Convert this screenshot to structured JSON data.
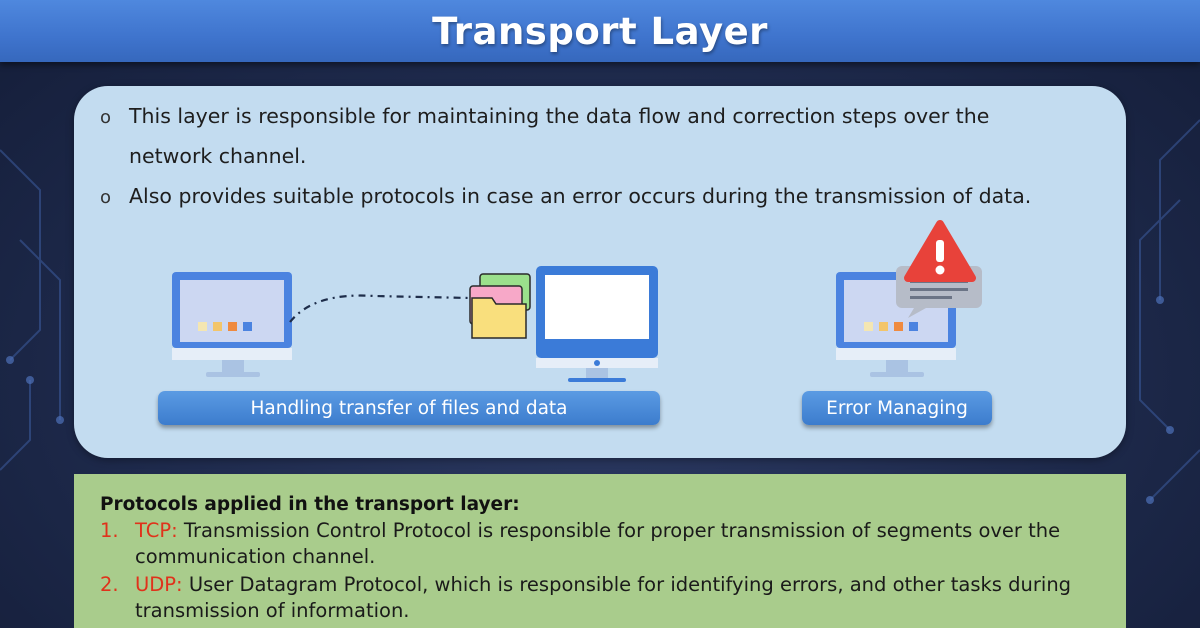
{
  "title": "Transport Layer",
  "card": {
    "bullets": [
      {
        "marker": "o",
        "text": "This layer is responsible for maintaining the data flow and correction steps over the network channel."
      },
      {
        "marker": "o",
        "text": "Also provides suitable protocols in case an error occurs during the transmission of data."
      }
    ],
    "labels": {
      "transfer": "Handling transfer of files and data",
      "error": "Error Managing"
    }
  },
  "protocols": {
    "heading": "Protocols applied in the transport layer:",
    "items": [
      {
        "number": "1.",
        "abbr": "TCP:",
        "text": " Transmission Control Protocol is responsible for proper transmission of segments over the communication channel."
      },
      {
        "number": "2.",
        "abbr": "UDP:",
        "text": " User Datagram Protocol, which is responsible for identifying errors, and other tasks during transmission of information."
      }
    ]
  },
  "colors": {
    "title_bar": "#4f88de",
    "card_bg": "#c3dcf0",
    "label_button": "#4a8ad8",
    "protocol_panel": "#a9cc8c",
    "protocol_accent": "#e0321b",
    "warning_red": "#e8423a"
  },
  "icons": {
    "sender_monitor": "monitor-icon",
    "receiver_monitor": "monitor-icon",
    "folders": "folder-stack-icon",
    "error_monitor": "monitor-icon",
    "alert": "warning-triangle-icon"
  }
}
